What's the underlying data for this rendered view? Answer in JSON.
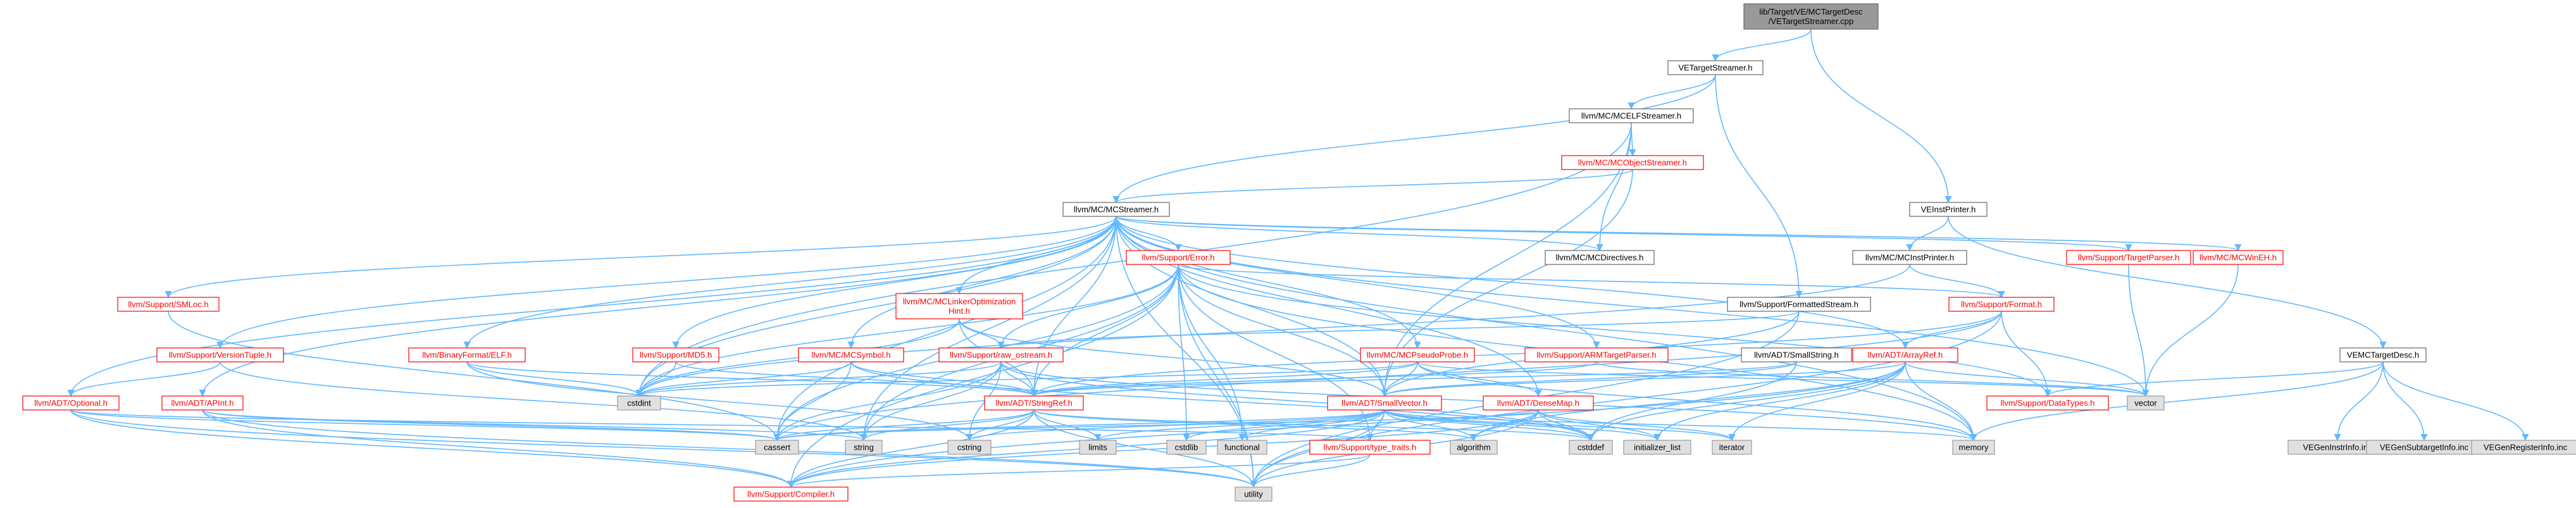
{
  "graph": {
    "nodes": [
      {
        "id": "root",
        "label": [
          "lib/Target/VE/MCTargetDesc",
          "/VETargetStreamer.cpp"
        ],
        "kind": "root"
      },
      {
        "id": "vets",
        "label": [
          "VETargetStreamer.h"
        ],
        "kind": "white"
      },
      {
        "id": "mcelf",
        "label": [
          "llvm/MC/MCELFStreamer.h"
        ],
        "kind": "white"
      },
      {
        "id": "mcobj",
        "label": [
          "llvm/MC/MCObjectStreamer.h"
        ],
        "kind": "red"
      },
      {
        "id": "mcstr",
        "label": [
          "llvm/MC/MCStreamer.h"
        ],
        "kind": "white"
      },
      {
        "id": "veinst",
        "label": [
          "VEInstPrinter.h"
        ],
        "kind": "white"
      },
      {
        "id": "mcinst",
        "label": [
          "llvm/MC/MCInstPrinter.h"
        ],
        "kind": "white"
      },
      {
        "id": "mcdir",
        "label": [
          "llvm/MC/MCDirectives.h"
        ],
        "kind": "white"
      },
      {
        "id": "tparser",
        "label": [
          "llvm/Support/TargetParser.h"
        ],
        "kind": "red"
      },
      {
        "id": "error",
        "label": [
          "llvm/Support/Error.h"
        ],
        "kind": "red"
      },
      {
        "id": "mcwineh",
        "label": [
          "llvm/MC/MCWinEH.h"
        ],
        "kind": "red"
      },
      {
        "id": "smloc",
        "label": [
          "llvm/Support/SMLoc.h"
        ],
        "kind": "red"
      },
      {
        "id": "mclinker",
        "label": [
          "llvm/MC/MCLinkerOptimization",
          "Hint.h"
        ],
        "kind": "red"
      },
      {
        "id": "fmtstream",
        "label": [
          "llvm/Support/FormattedStream.h"
        ],
        "kind": "white"
      },
      {
        "id": "format",
        "label": [
          "llvm/Support/Format.h"
        ],
        "kind": "red"
      },
      {
        "id": "vtuple",
        "label": [
          "llvm/Support/VersionTuple.h"
        ],
        "kind": "red"
      },
      {
        "id": "belf",
        "label": [
          "llvm/BinaryFormat/ELF.h"
        ],
        "kind": "red"
      },
      {
        "id": "md5",
        "label": [
          "llvm/Support/MD5.h"
        ],
        "kind": "red"
      },
      {
        "id": "mcsym",
        "label": [
          "llvm/MC/MCSymbol.h"
        ],
        "kind": "red"
      },
      {
        "id": "rawos",
        "label": [
          "llvm/Support/raw_ostream.h"
        ],
        "kind": "red"
      },
      {
        "id": "pprobe",
        "label": [
          "llvm/MC/MCPseudoProbe.h"
        ],
        "kind": "red"
      },
      {
        "id": "armtp",
        "label": [
          "llvm/Support/ARMTargetParser.h"
        ],
        "kind": "red"
      },
      {
        "id": "smallstr",
        "label": [
          "llvm/ADT/SmallString.h"
        ],
        "kind": "white"
      },
      {
        "id": "arrayref",
        "label": [
          "llvm/ADT/ArrayRef.h"
        ],
        "kind": "red"
      },
      {
        "id": "vemctd",
        "label": [
          "VEMCTargetDesc.h"
        ],
        "kind": "white"
      },
      {
        "id": "optional",
        "label": [
          "llvm/ADT/Optional.h"
        ],
        "kind": "red"
      },
      {
        "id": "apint",
        "label": [
          "llvm/ADT/APInt.h"
        ],
        "kind": "red"
      },
      {
        "id": "cstdint",
        "label": [
          "cstdint"
        ],
        "kind": "gray"
      },
      {
        "id": "stringref",
        "label": [
          "llvm/ADT/StringRef.h"
        ],
        "kind": "red"
      },
      {
        "id": "smallvec",
        "label": [
          "llvm/ADT/SmallVector.h"
        ],
        "kind": "red"
      },
      {
        "id": "densemap",
        "label": [
          "llvm/ADT/DenseMap.h"
        ],
        "kind": "red"
      },
      {
        "id": "datatypes",
        "label": [
          "llvm/Support/DataTypes.h"
        ],
        "kind": "red"
      },
      {
        "id": "vector",
        "label": [
          "vector"
        ],
        "kind": "gray"
      },
      {
        "id": "veinstinc",
        "label": [
          "VEGenInstrInfo.inc"
        ],
        "kind": "gray"
      },
      {
        "id": "vesubinc",
        "label": [
          "VEGenSubtargetInfo.inc"
        ],
        "kind": "gray"
      },
      {
        "id": "vereginc",
        "label": [
          "VEGenRegisterInfo.inc"
        ],
        "kind": "gray"
      },
      {
        "id": "cassert",
        "label": [
          "cassert"
        ],
        "kind": "gray"
      },
      {
        "id": "string",
        "label": [
          "string"
        ],
        "kind": "gray"
      },
      {
        "id": "cstring",
        "label": [
          "cstring"
        ],
        "kind": "gray"
      },
      {
        "id": "limits",
        "label": [
          "limits"
        ],
        "kind": "gray"
      },
      {
        "id": "cstdlib",
        "label": [
          "cstdlib"
        ],
        "kind": "gray"
      },
      {
        "id": "functional",
        "label": [
          "functional"
        ],
        "kind": "gray"
      },
      {
        "id": "typetraits",
        "label": [
          "llvm/Support/type_traits.h"
        ],
        "kind": "red"
      },
      {
        "id": "algorithm",
        "label": [
          "algorithm"
        ],
        "kind": "gray"
      },
      {
        "id": "cstddef",
        "label": [
          "cstddef"
        ],
        "kind": "gray"
      },
      {
        "id": "initlist",
        "label": [
          "initializer_list"
        ],
        "kind": "gray"
      },
      {
        "id": "iterator",
        "label": [
          "iterator"
        ],
        "kind": "gray"
      },
      {
        "id": "memory",
        "label": [
          "memory"
        ],
        "kind": "gray"
      },
      {
        "id": "compiler",
        "label": [
          "llvm/Support/Compiler.h"
        ],
        "kind": "red"
      },
      {
        "id": "utility",
        "label": [
          "utility"
        ],
        "kind": "gray"
      }
    ],
    "edges": [
      [
        "root",
        "vets"
      ],
      [
        "root",
        "veinst"
      ],
      [
        "vets",
        "mcelf"
      ],
      [
        "vets",
        "mcstr"
      ],
      [
        "vets",
        "fmtstream"
      ],
      [
        "mcelf",
        "mcobj"
      ],
      [
        "mcelf",
        "mcdir"
      ],
      [
        "mcelf",
        "smallvec"
      ],
      [
        "mcelf",
        "cstdint"
      ],
      [
        "mcobj",
        "mcstr"
      ],
      [
        "mcobj",
        "smallvec"
      ],
      [
        "veinst",
        "mcinst"
      ],
      [
        "veinst",
        "vemctd"
      ],
      [
        "mcinst",
        "format"
      ],
      [
        "mcinst",
        "cstdint"
      ],
      [
        "mcstr",
        "mcdir"
      ],
      [
        "mcstr",
        "tparser"
      ],
      [
        "mcstr",
        "error"
      ],
      [
        "mcstr",
        "mcwineh"
      ],
      [
        "mcstr",
        "smloc"
      ],
      [
        "mcstr",
        "mclinker"
      ],
      [
        "mcstr",
        "vtuple"
      ],
      [
        "mcstr",
        "belf"
      ],
      [
        "mcstr",
        "md5"
      ],
      [
        "mcstr",
        "mcsym"
      ],
      [
        "mcstr",
        "pprobe"
      ],
      [
        "mcstr",
        "armtp"
      ],
      [
        "mcstr",
        "arrayref"
      ],
      [
        "mcstr",
        "optional"
      ],
      [
        "mcstr",
        "apint"
      ],
      [
        "mcstr",
        "cstdint"
      ],
      [
        "mcstr",
        "stringref"
      ],
      [
        "mcstr",
        "smallvec"
      ],
      [
        "mcstr",
        "densemap"
      ],
      [
        "mcstr",
        "vector"
      ],
      [
        "mcstr",
        "cassert"
      ],
      [
        "mcstr",
        "string"
      ],
      [
        "mcstr",
        "memory"
      ],
      [
        "mcstr",
        "utility"
      ],
      [
        "tparser",
        "vector"
      ],
      [
        "mcwineh",
        "vector"
      ],
      [
        "error",
        "format"
      ],
      [
        "error",
        "rawos"
      ],
      [
        "error",
        "stringref"
      ],
      [
        "error",
        "smallvec"
      ],
      [
        "error",
        "datatypes"
      ],
      [
        "error",
        "cassert"
      ],
      [
        "error",
        "cstdint"
      ],
      [
        "error",
        "cstdlib"
      ],
      [
        "error",
        "functional"
      ],
      [
        "error",
        "memory"
      ],
      [
        "error",
        "string"
      ],
      [
        "error",
        "utility"
      ],
      [
        "error",
        "typetraits"
      ],
      [
        "error",
        "compiler"
      ],
      [
        "smloc",
        "cassert"
      ],
      [
        "mclinker",
        "rawos"
      ],
      [
        "mclinker",
        "stringref"
      ],
      [
        "mclinker",
        "smallvec"
      ],
      [
        "mclinker",
        "cstdint"
      ],
      [
        "fmtstream",
        "smallvec"
      ],
      [
        "fmtstream",
        "rawos"
      ],
      [
        "fmtstream",
        "utility"
      ],
      [
        "format",
        "arrayref"
      ],
      [
        "format",
        "stringref"
      ],
      [
        "format",
        "datatypes"
      ],
      [
        "format",
        "cassert"
      ],
      [
        "format",
        "cstdio_like_vector"
      ],
      [
        "format",
        "utility"
      ],
      [
        "vtuple",
        "optional"
      ],
      [
        "vtuple",
        "string"
      ],
      [
        "belf",
        "stringref"
      ],
      [
        "belf",
        "cstdint"
      ],
      [
        "belf",
        "cstring"
      ],
      [
        "md5",
        "stringref"
      ],
      [
        "md5",
        "cstdint"
      ],
      [
        "mcsym",
        "stringref"
      ],
      [
        "mcsym",
        "cassert"
      ],
      [
        "mcsym",
        "cstddef"
      ],
      [
        "mcsym",
        "cstdint"
      ],
      [
        "rawos",
        "stringref"
      ],
      [
        "rawos",
        "cassert"
      ],
      [
        "rawos",
        "cstddef"
      ],
      [
        "rawos",
        "cstdint"
      ],
      [
        "rawos",
        "cstring"
      ],
      [
        "rawos",
        "string"
      ],
      [
        "rawos",
        "memory"
      ],
      [
        "pprobe",
        "smallvec"
      ],
      [
        "pprobe",
        "stringref"
      ],
      [
        "pprobe",
        "densemap"
      ],
      [
        "pprobe",
        "vector"
      ],
      [
        "pprobe",
        "memory"
      ],
      [
        "pprobe",
        "cstdint"
      ],
      [
        "armtp",
        "stringref"
      ],
      [
        "armtp",
        "vector"
      ],
      [
        "smallstr",
        "smallvec"
      ],
      [
        "smallstr",
        "stringref"
      ],
      [
        "smallstr",
        "cstddef"
      ],
      [
        "arrayref",
        "smallvec"
      ],
      [
        "arrayref",
        "compiler"
      ],
      [
        "arrayref",
        "algorithm"
      ],
      [
        "arrayref",
        "cstddef"
      ],
      [
        "arrayref",
        "initlist"
      ],
      [
        "arrayref",
        "iterator"
      ],
      [
        "arrayref",
        "memory"
      ],
      [
        "arrayref",
        "vector"
      ],
      [
        "vemctd",
        "datatypes"
      ],
      [
        "vemctd",
        "memory"
      ],
      [
        "vemctd",
        "veinstinc"
      ],
      [
        "vemctd",
        "vesubinc"
      ],
      [
        "vemctd",
        "vereginc"
      ],
      [
        "optional",
        "compiler"
      ],
      [
        "optional",
        "typetraits"
      ],
      [
        "optional",
        "cassert"
      ],
      [
        "optional",
        "utility"
      ],
      [
        "apint",
        "compiler"
      ],
      [
        "apint",
        "cassert"
      ],
      [
        "apint",
        "string"
      ],
      [
        "apint",
        "utility"
      ],
      [
        "stringref",
        "compiler"
      ],
      [
        "stringref",
        "string"
      ],
      [
        "stringref",
        "cstring"
      ],
      [
        "stringref",
        "limits"
      ],
      [
        "stringref",
        "algorithm"
      ],
      [
        "stringref",
        "cassert"
      ],
      [
        "stringref",
        "cstddef"
      ],
      [
        "stringref",
        "utility"
      ],
      [
        "smallvec",
        "compiler"
      ],
      [
        "smallvec",
        "typetraits"
      ],
      [
        "smallvec",
        "algorithm"
      ],
      [
        "smallvec",
        "cassert"
      ],
      [
        "smallvec",
        "cstddef"
      ],
      [
        "smallvec",
        "cstdlib"
      ],
      [
        "smallvec",
        "cstring"
      ],
      [
        "smallvec",
        "functional"
      ],
      [
        "smallvec",
        "initlist"
      ],
      [
        "smallvec",
        "iterator"
      ],
      [
        "smallvec",
        "limits"
      ],
      [
        "smallvec",
        "memory"
      ],
      [
        "smallvec",
        "utility"
      ],
      [
        "densemap",
        "compiler"
      ],
      [
        "densemap",
        "algorithm"
      ],
      [
        "densemap",
        "cassert"
      ],
      [
        "densemap",
        "cstddef"
      ],
      [
        "densemap",
        "initlist"
      ],
      [
        "densemap",
        "iterator"
      ],
      [
        "densemap",
        "utility"
      ],
      [
        "typetraits",
        "compiler"
      ],
      [
        "typetraits",
        "utility"
      ]
    ]
  }
}
